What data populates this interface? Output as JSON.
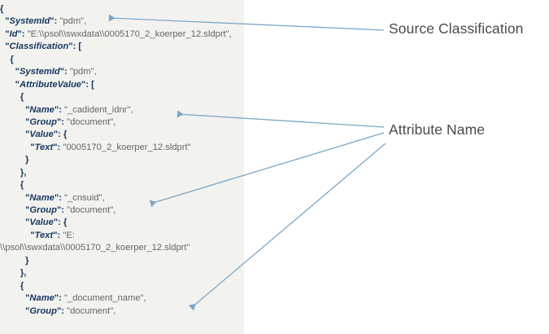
{
  "document": {
    "type": "json-code-annotation-figure",
    "background_color": "#ffffff",
    "code_block_background": "#f2f2ef",
    "key_color": "#17365d",
    "value_color": "#666666",
    "annotation_color": "#7ba7c7",
    "annotation_text_color": "#4a4a4a"
  },
  "code": {
    "language": "json",
    "lines": [
      {
        "indent": 0,
        "text": "{"
      },
      {
        "indent": 1,
        "key": "SystemId",
        "value": "\"pdm\","
      },
      {
        "indent": 1,
        "key": "Id",
        "value": "\"E:\\\\psol\\\\swxdata\\\\0005170_2_koerper_12.sldprt\","
      },
      {
        "indent": 1,
        "key": "Classification",
        "value": "["
      },
      {
        "indent": 2,
        "text": "{"
      },
      {
        "indent": 3,
        "key": "SystemId",
        "value": "\"pdm\","
      },
      {
        "indent": 3,
        "key": "AttributeValue",
        "value": "["
      },
      {
        "indent": 4,
        "text": "{"
      },
      {
        "indent": 5,
        "key": "Name",
        "value": "\"_cadident_idnr\","
      },
      {
        "indent": 5,
        "key": "Group",
        "value": "\"document\","
      },
      {
        "indent": 5,
        "key": "Value",
        "value": "{"
      },
      {
        "indent": 6,
        "key": "Text",
        "value": "\"0005170_2_koerper_12.sldprt\""
      },
      {
        "indent": 5,
        "text": "}"
      },
      {
        "indent": 4,
        "text": "},"
      },
      {
        "indent": 4,
        "text": "{"
      },
      {
        "indent": 5,
        "key": "Name",
        "value": "\"_cnsuid\","
      },
      {
        "indent": 5,
        "key": "Group",
        "value": "\"document\","
      },
      {
        "indent": 5,
        "key": "Value",
        "value": "{"
      },
      {
        "indent": 6,
        "key": "Text",
        "value": "\"E:"
      },
      {
        "indent": 0,
        "text": "\\\\psol\\\\swxdata\\\\0005170_2_koerper_12.sldprt\""
      },
      {
        "indent": 5,
        "text": "}"
      },
      {
        "indent": 4,
        "text": "},"
      },
      {
        "indent": 4,
        "text": "{"
      },
      {
        "indent": 5,
        "key": "Name",
        "value": "\"_document_name\","
      },
      {
        "indent": 5,
        "key": "Group",
        "value": "\"document\","
      }
    ]
  },
  "annotations": {
    "source_classification": {
      "label": "Source Classification",
      "arrow_count": 1
    },
    "attribute_name": {
      "label": "Attribute Name",
      "arrow_count": 3
    }
  }
}
